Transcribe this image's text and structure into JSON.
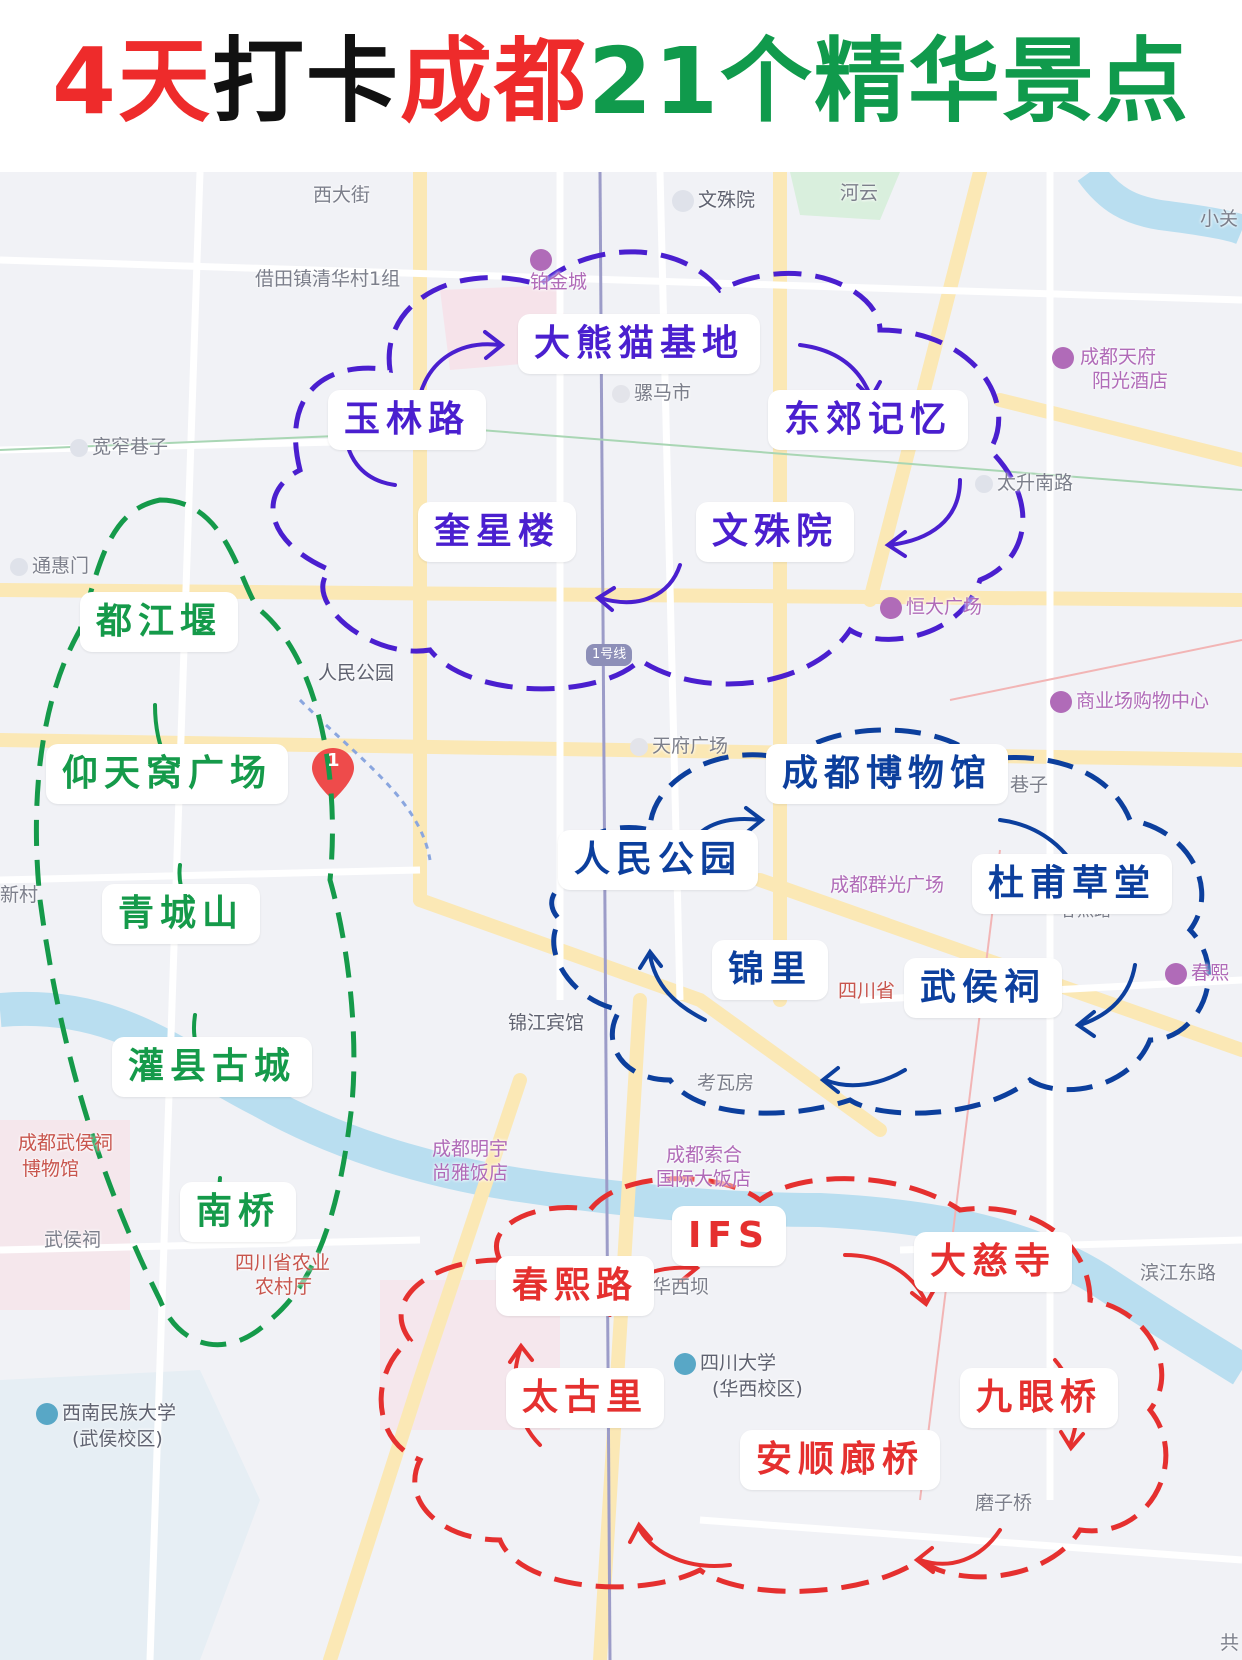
{
  "header": {
    "title_parts": [
      "4天",
      "打卡",
      "成都",
      "21个精华景点"
    ],
    "title_colors": [
      "#ee2b2b",
      "#111111",
      "#ee2b2b",
      "#109a4c"
    ]
  },
  "map": {
    "pois": [
      "西大街",
      "文殊院",
      "河云",
      "小关",
      "借田镇清华村1组",
      "铂金城",
      "成都天府",
      "阳光酒店",
      "骡马市",
      "宽窄巷子",
      "太升南路",
      "通惠门",
      "恒大广场",
      "1号线",
      "人民公园",
      "商业场购物中心",
      "天府广场",
      "巷子",
      "成都群光广场",
      "春熙路",
      "新村",
      "四川省",
      "春熙",
      "锦江宾馆",
      "考瓦房",
      "成都武侯祠",
      "博物馆",
      "武侯祠",
      "成都明宇",
      "尚雅饭店",
      "成都索合",
      "国际大饭店",
      "四川省农业",
      "农村厅",
      "华西坝",
      "四川大学",
      "(华西校区)",
      "西南民族大学",
      "(武侯校区)",
      "滨江东路",
      "磨子桥",
      "共"
    ],
    "metro_marker": "1"
  },
  "routes": {
    "purple": {
      "color": "#4a1fcf",
      "stops": [
        "大熊猫基地",
        "玉林路",
        "东郊记忆",
        "奎星楼",
        "文殊院"
      ]
    },
    "green": {
      "color": "#159a4a",
      "stops": [
        "都江堰",
        "仰天窝广场",
        "青城山",
        "灌县古城",
        "南桥"
      ]
    },
    "blue": {
      "color": "#0c3f9d",
      "stops": [
        "成都博物馆",
        "人民公园",
        "杜甫草堂",
        "锦里",
        "武侯祠"
      ]
    },
    "red": {
      "color": "#e5302f",
      "stops": [
        "IFS",
        "大慈寺",
        "春熙路",
        "九眼桥",
        "太古里",
        "安顺廊桥"
      ]
    }
  }
}
